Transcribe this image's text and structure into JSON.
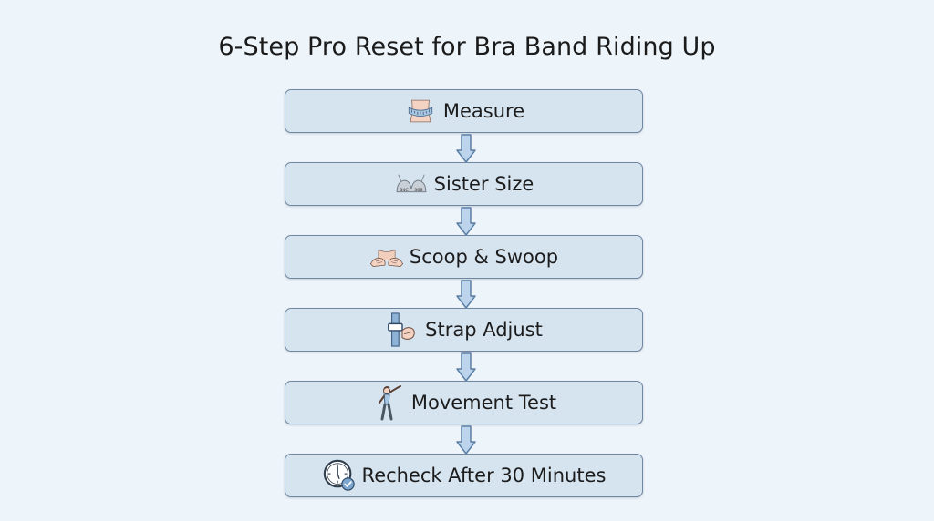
{
  "title": "6-Step Pro Reset for Bra Band Riding Up",
  "steps": [
    {
      "label": "Measure",
      "icon": "measuring-tape-icon"
    },
    {
      "label": "Sister Size",
      "icon": "bra-icon",
      "icon_text": [
        "34C",
        "36B"
      ]
    },
    {
      "label": "Scoop & Swoop",
      "icon": "hands-scoop-icon"
    },
    {
      "label": "Strap Adjust",
      "icon": "strap-slider-icon"
    },
    {
      "label": "Movement Test",
      "icon": "stretching-person-icon"
    },
    {
      "label": "Recheck After 30 Minutes",
      "icon": "clock-check-icon"
    }
  ],
  "colors": {
    "background": "#eef5fa",
    "box_fill": "#d6e4f0",
    "box_border": "#6f87a3",
    "arrow_fill": "#bcd5ec",
    "arrow_stroke": "#5b7fa6"
  }
}
